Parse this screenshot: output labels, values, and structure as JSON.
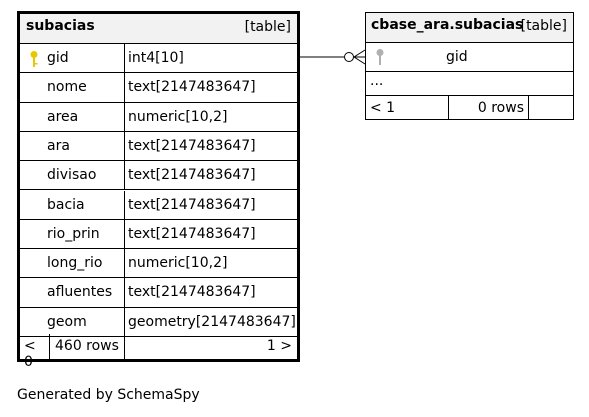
{
  "main_table": {
    "name": "subacias",
    "kind": "[table]",
    "columns": [
      {
        "name": "gid",
        "type": "int4[10]",
        "primary_key": true
      },
      {
        "name": "nome",
        "type": "text[2147483647]"
      },
      {
        "name": "area",
        "type": "numeric[10,2]"
      },
      {
        "name": "ara",
        "type": "text[2147483647]"
      },
      {
        "name": "divisao",
        "type": "text[2147483647]"
      },
      {
        "name": "bacia",
        "type": "text[2147483647]"
      },
      {
        "name": "rio_prin",
        "type": "text[2147483647]"
      },
      {
        "name": "long_rio",
        "type": "numeric[10,2]"
      },
      {
        "name": "afluentes",
        "type": "text[2147483647]"
      },
      {
        "name": "geom",
        "type": "geometry[2147483647]"
      }
    ],
    "footer": {
      "left": "< 0",
      "rows": "460 rows",
      "right": "1 >"
    }
  },
  "ref_table": {
    "name": "cbase_ara.subacias",
    "kind": "[table]",
    "column": "gid",
    "ellipsis": "...",
    "footer": {
      "left": "< 1",
      "rows": "0 rows",
      "right": ""
    }
  },
  "generated_by": "Generated by SchemaSpy",
  "colors": {
    "header_bg": "#f2f2f2",
    "pk_key": "#e6c700",
    "fk_key": "#b0b0b0"
  }
}
